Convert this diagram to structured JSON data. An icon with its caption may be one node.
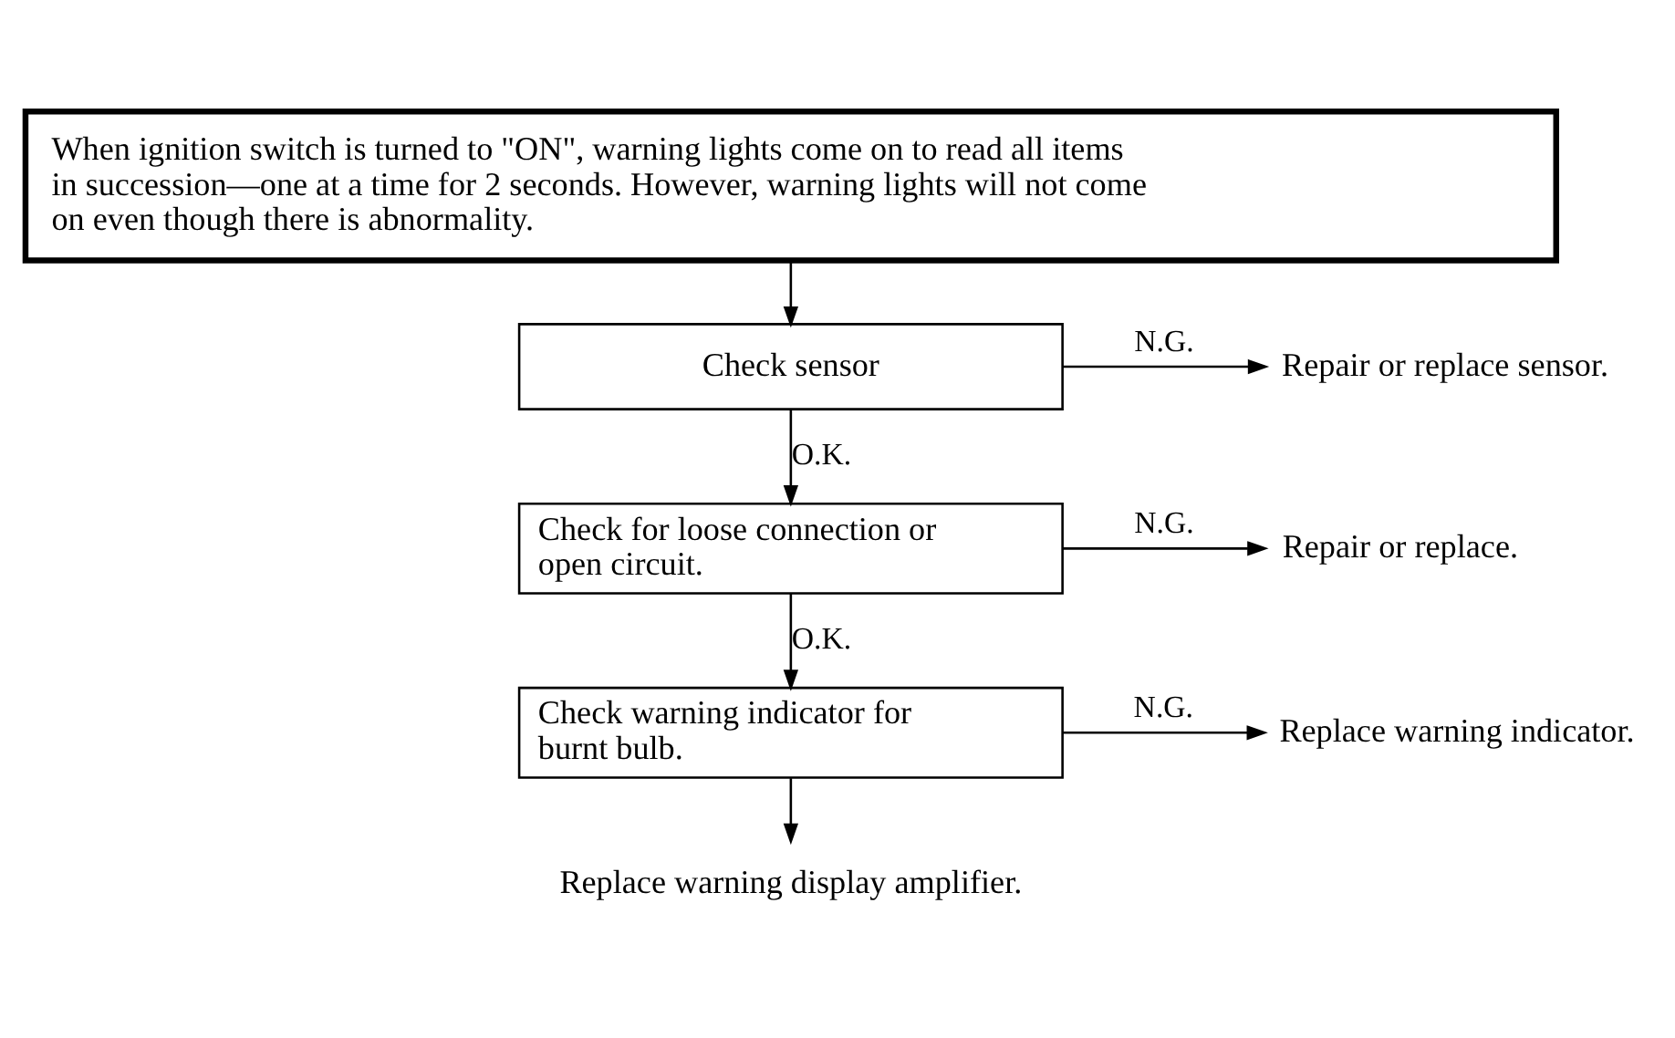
{
  "diagram": {
    "nodes": [
      {
        "text": [
          "When ignition switch is turned to \"ON\", warning lights come on to read all items in succession—one at a time for 2 seconds. However, warning lights will not come on even though there is abnormality."
        ]
      },
      {
        "text": [
          "Check sensor"
        ]
      },
      {
        "text": [
          "Repair or replace sensor."
        ]
      },
      {
        "text": [
          "Check for loose connection or open circuit."
        ]
      },
      {
        "text": [
          "Repair or replace."
        ]
      },
      {
        "text": [
          "Check warning indicator for burnt bulb."
        ]
      },
      {
        "text": [
          "Replace warning indicator."
        ]
      },
      {
        "text": [
          "Replace warning display amplifier."
        ]
      }
    ],
    "edges": [
      {
        "from": 0,
        "to": 1,
        "arrow": "to"
      },
      {
        "from": 1,
        "to": 2,
        "arrow": "to",
        "label": "N.G."
      },
      {
        "from": 1,
        "to": 3,
        "arrow": "to",
        "label": "O.K."
      },
      {
        "from": 3,
        "to": 4,
        "arrow": "to",
        "label": "N.G."
      },
      {
        "from": 3,
        "to": 5,
        "arrow": "to",
        "label": "O.K."
      },
      {
        "from": 5,
        "to": 6,
        "arrow": "to",
        "label": "N.G."
      },
      {
        "from": 5,
        "to": 7,
        "arrow": "to"
      }
    ]
  }
}
